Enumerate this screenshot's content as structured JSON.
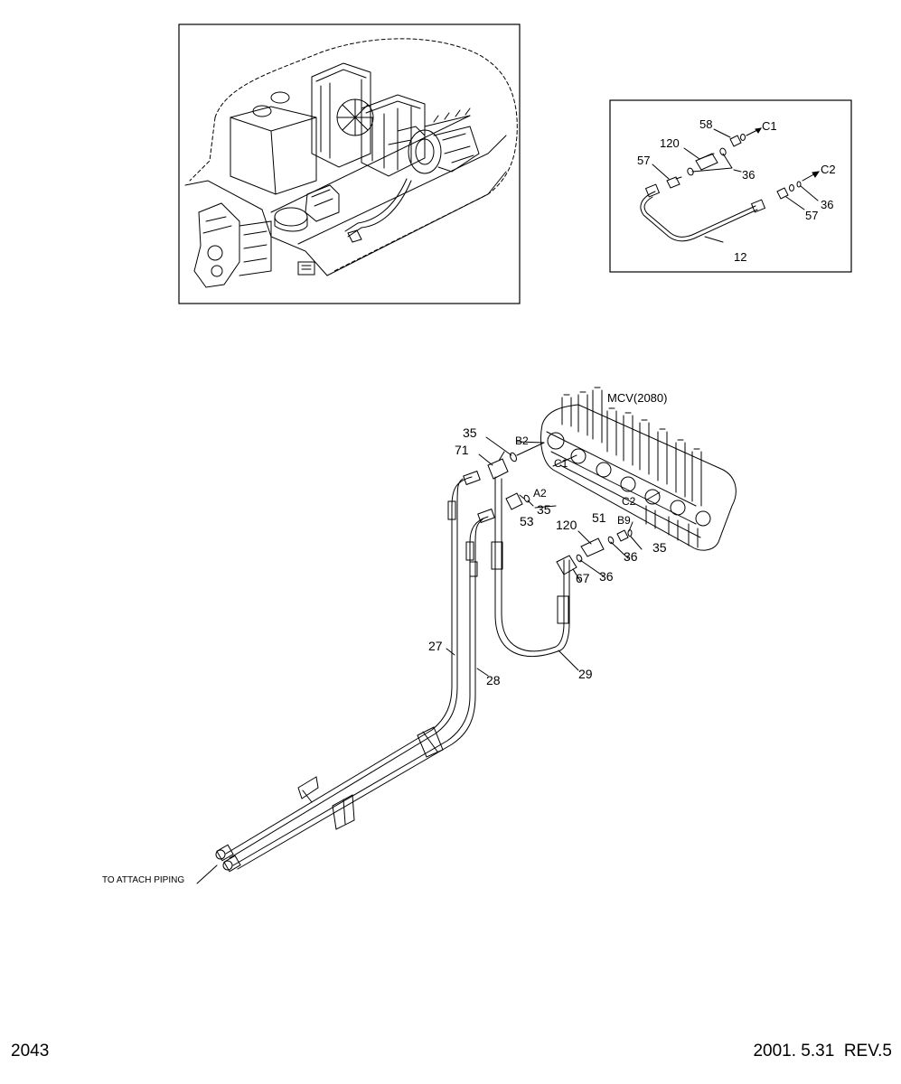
{
  "callouts": {
    "inset": {
      "n58": "58",
      "c1": "C1",
      "n120": "120",
      "n57a": "57",
      "n36a": "36",
      "c2": "C2",
      "n36b": "36",
      "n57b": "57",
      "n12": "12"
    },
    "main": {
      "mcv": "MCV(2080)",
      "n35a": "35",
      "b2": "B2",
      "n71": "71",
      "c1": "C1",
      "a2": "A2",
      "n53": "53",
      "n35b": "35",
      "c2": "C2",
      "n51": "51",
      "b9": "B9",
      "n120": "120",
      "n36a": "36",
      "n35c": "35",
      "n67": "67",
      "n36b": "36",
      "n27": "27",
      "n28": "28",
      "n29": "29",
      "attach": "TO ATTACH PIPING"
    }
  },
  "footer": {
    "page_number": "2043",
    "date_rev": "2001. 5.31  REV.5"
  }
}
